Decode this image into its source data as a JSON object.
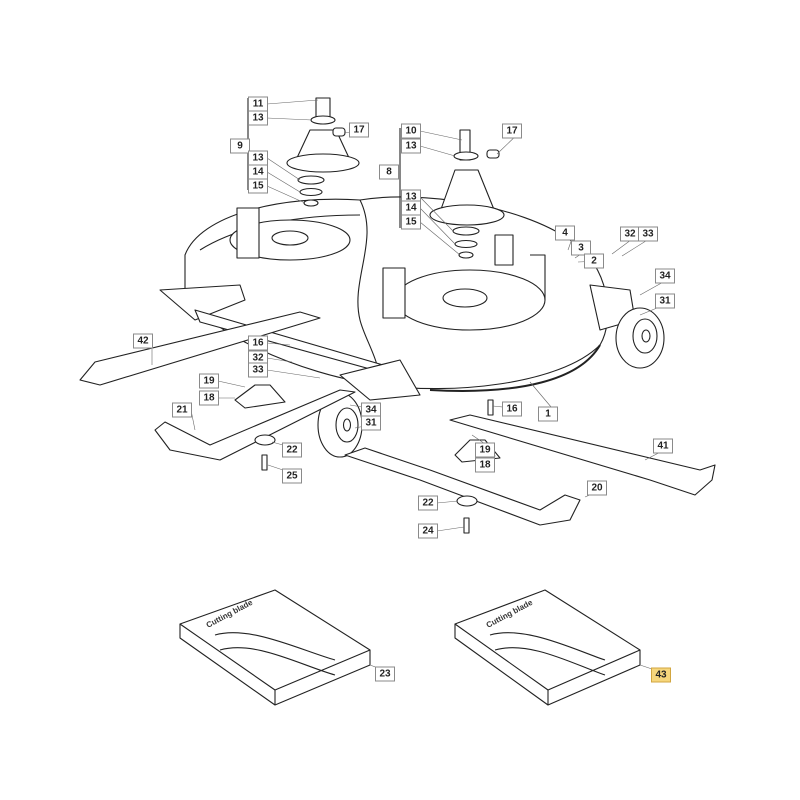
{
  "diagram": {
    "callouts": [
      "11",
      "13",
      "9",
      "17",
      "13",
      "14",
      "15",
      "10",
      "13",
      "8",
      "17",
      "13",
      "14",
      "15",
      "4",
      "3",
      "32",
      "33",
      "2",
      "34",
      "31",
      "42",
      "16",
      "32",
      "33",
      "19",
      "18",
      "21",
      "22",
      "25",
      "34",
      "31",
      "16",
      "1",
      "19",
      "18",
      "41",
      "20",
      "22",
      "24",
      "23",
      "43"
    ],
    "highlighted_callout": "43",
    "highlight_color": "#f6d67c",
    "box_labels": [
      "Cutting blade",
      "Cutting blade"
    ]
  }
}
